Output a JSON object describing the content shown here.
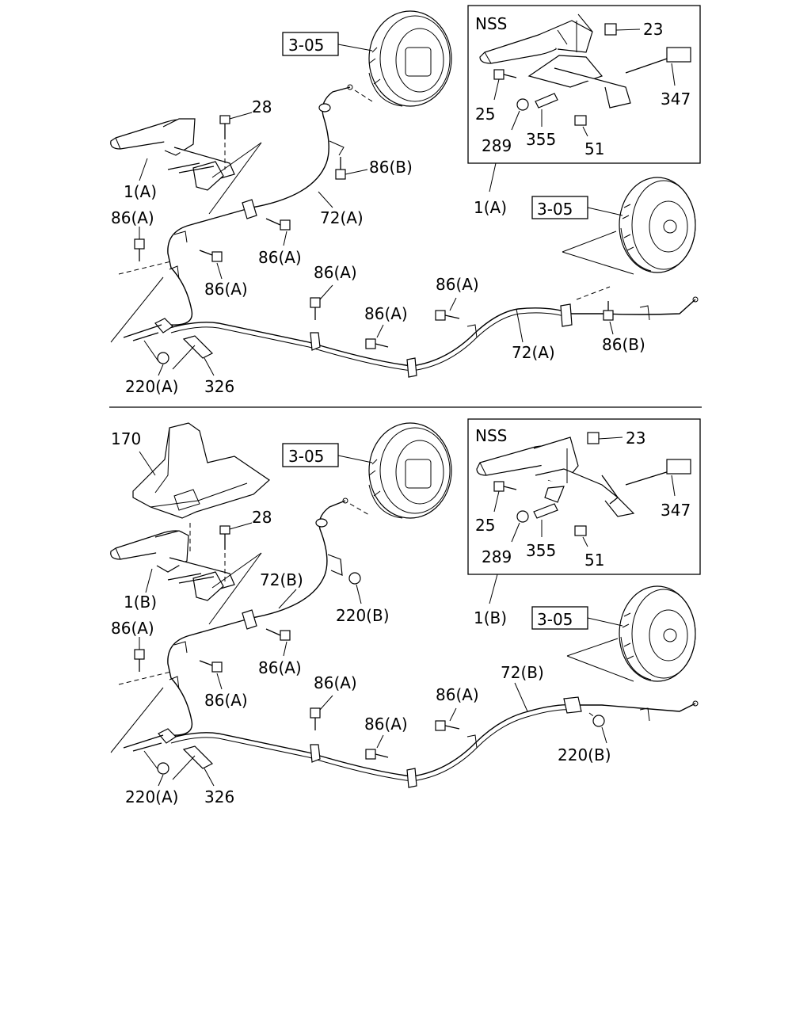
{
  "panels": [
    {
      "labels": {
        "ref_drum_front": "3-05",
        "ref_drum_rear": "3-05",
        "inset_nss": "NSS",
        "p23": "23",
        "p347": "347",
        "p25": "25",
        "p289": "289",
        "p355": "355",
        "p51": "51",
        "inset_assy": "1(A)",
        "p28": "28",
        "lever_assy": "1(A)",
        "bolt_86b_upper": "86(B)",
        "cable_front": "72(A)",
        "bolt_86a_left": "86(A)",
        "bolt_86a_clip": "86(A)",
        "bolt_86a_mid": "86(A)",
        "bolt_86a_center": "86(A)",
        "bolt_86a_lowmid": "86(A)",
        "bolt_86a_right": "86(A)",
        "cable_rear": "72(A)",
        "bolt_86b_rear": "86(B)",
        "nut_220a": "220(A)",
        "p326": "326"
      }
    },
    {
      "labels": {
        "ref_drum_front": "3-05",
        "ref_drum_rear": "3-05",
        "inset_nss": "NSS",
        "p23": "23",
        "p347": "347",
        "p25": "25",
        "p289": "289",
        "p355": "355",
        "p51": "51",
        "inset_assy": "1(B)",
        "p170": "170",
        "p28": "28",
        "lever_assy": "1(B)",
        "cable_front": "72(B)",
        "nut_220b_upper": "220(B)",
        "bolt_86a_left": "86(A)",
        "bolt_86a_clip": "86(A)",
        "bolt_86a_mid": "86(A)",
        "bolt_86a_center": "86(A)",
        "bolt_86a_lowmid": "86(A)",
        "bolt_86a_right": "86(A)",
        "cable_rear": "72(B)",
        "nut_220b_rear": "220(B)",
        "nut_220a": "220(A)",
        "p326": "326"
      }
    }
  ]
}
